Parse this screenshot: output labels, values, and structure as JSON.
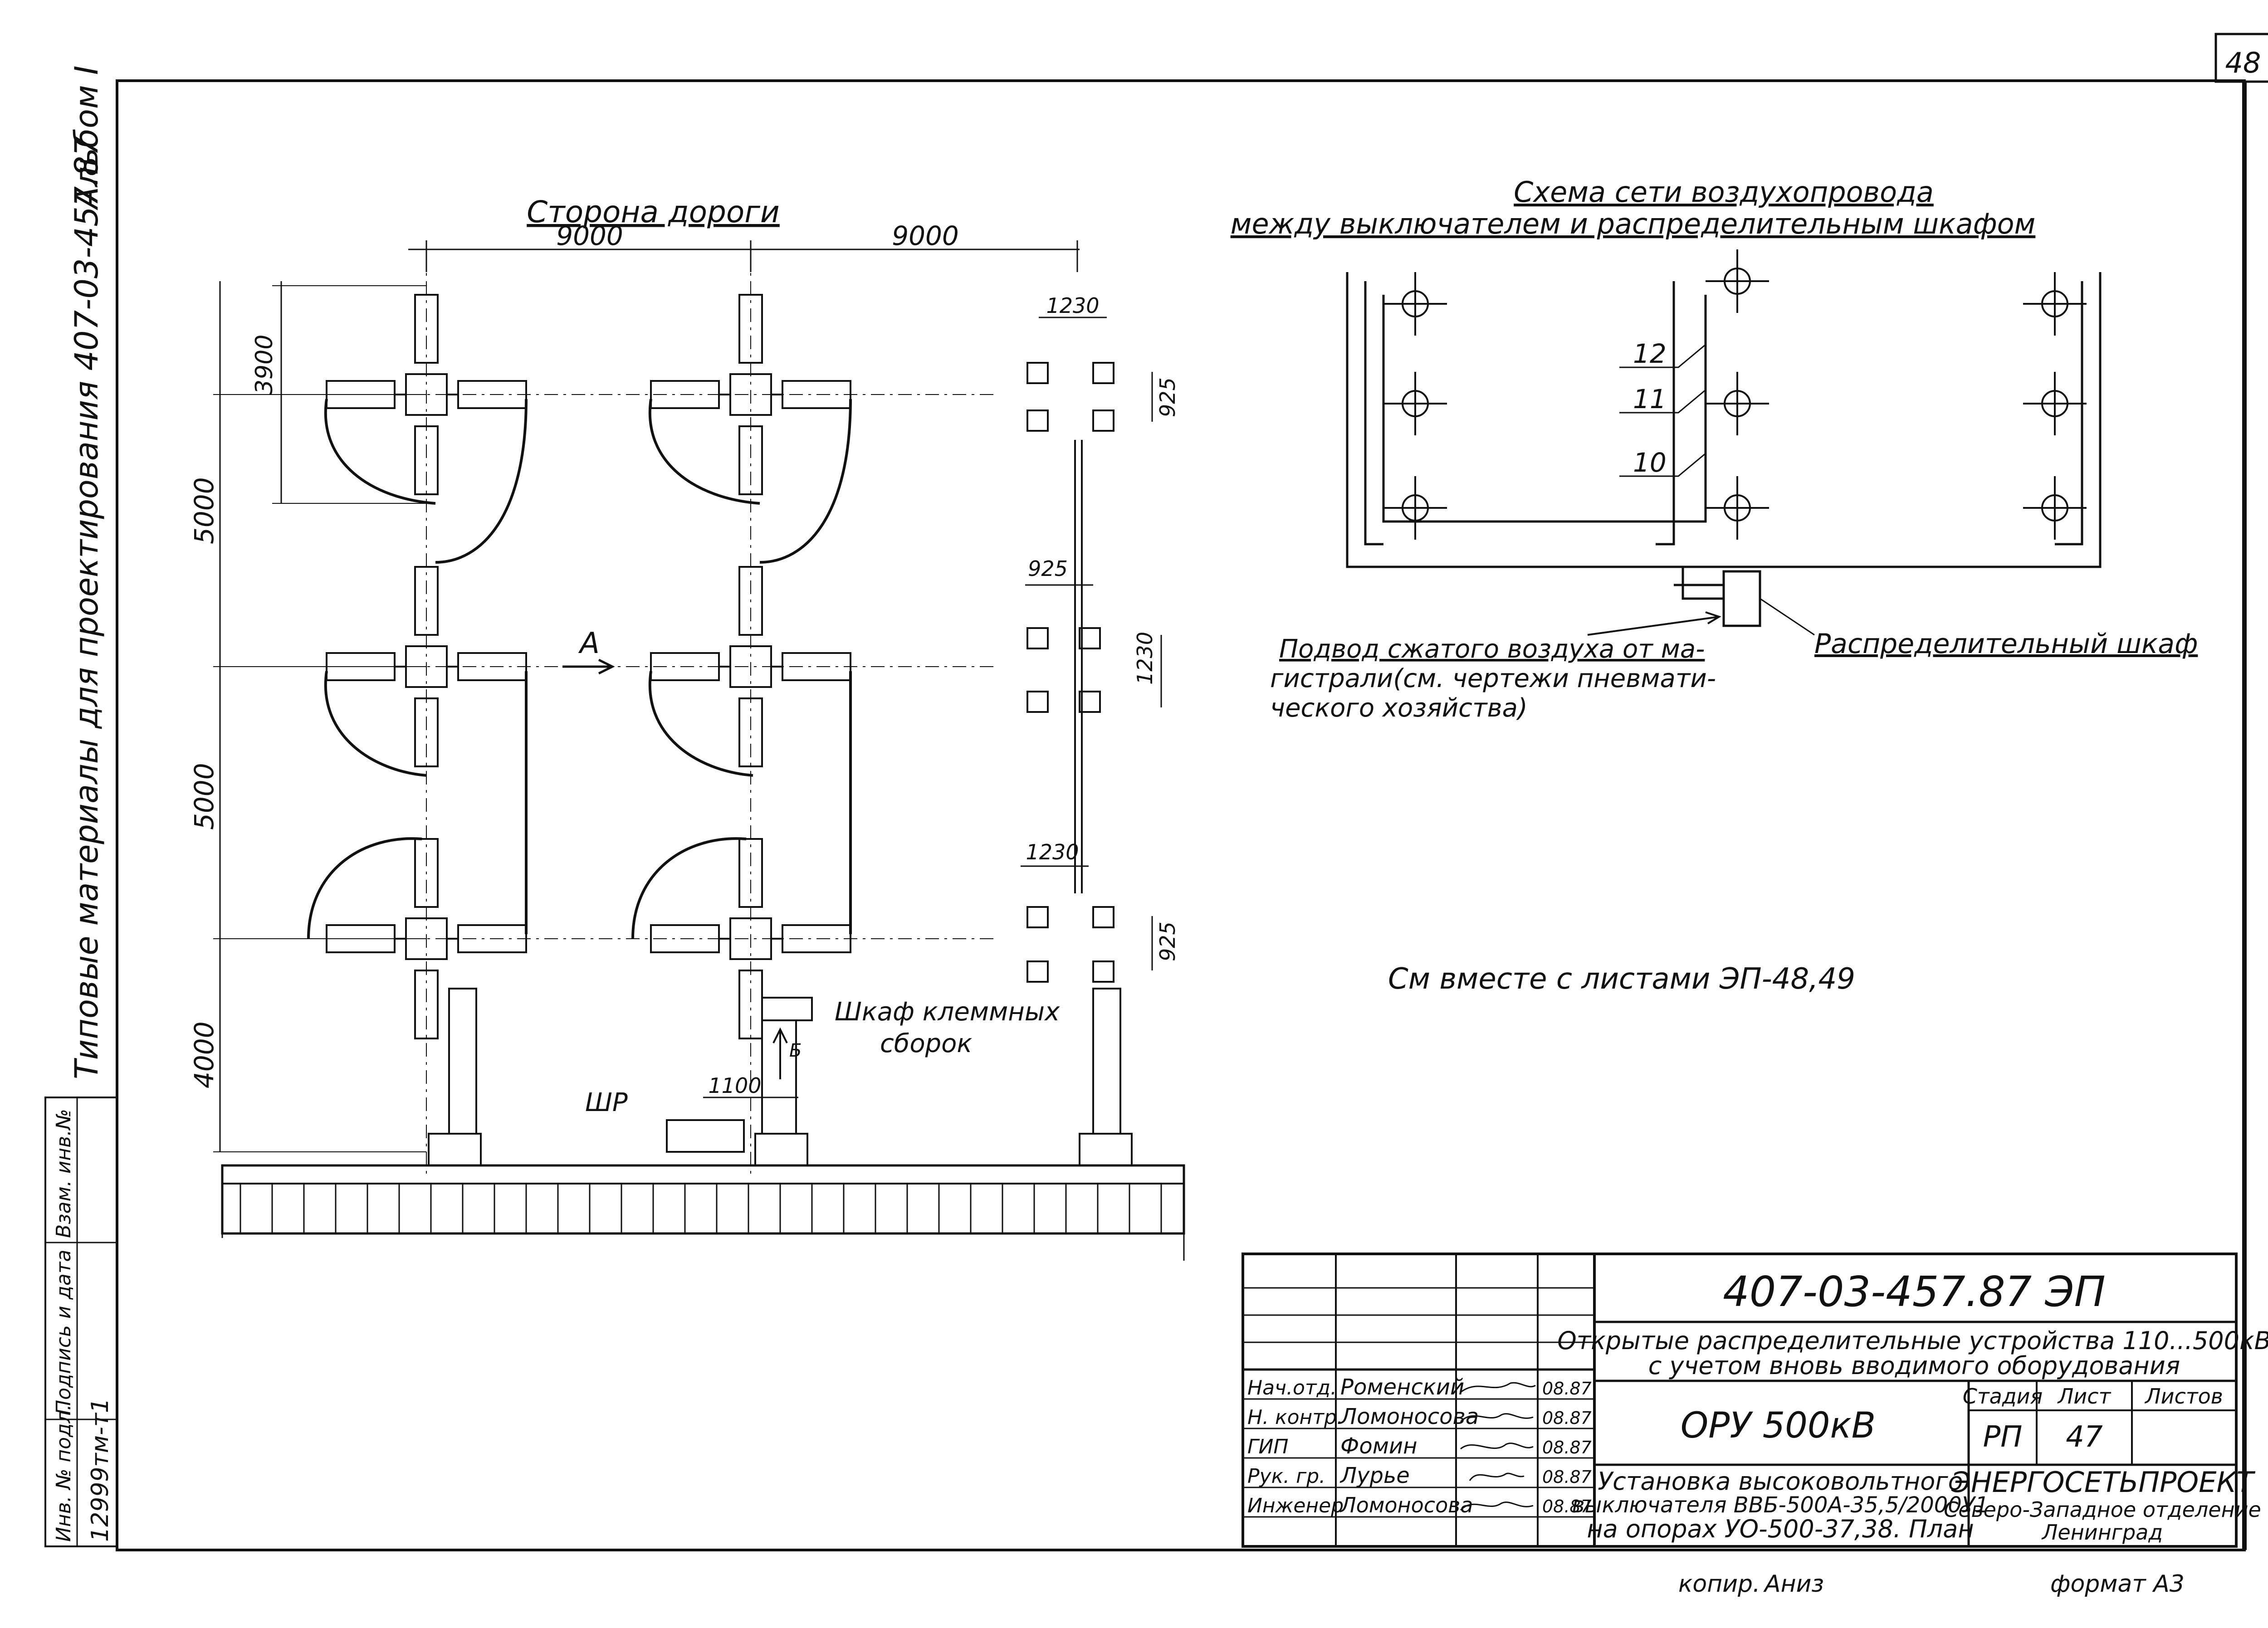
{
  "sheet": {
    "page_number": "48",
    "album": "Альбом I",
    "margin_title": "Типовые материалы для проектирования 407-03-457.87"
  },
  "plan": {
    "road_side": "Сторона дороги",
    "dim_span_1": "9000",
    "dim_span_2": "9000",
    "dim_3900": "3900",
    "dim_5000_a": "5000",
    "dim_5000_b": "5000",
    "dim_4000": "4000",
    "arrow_a": "А",
    "arrow_b": "Б",
    "cabinet_label_1": "Шкаф клеммных",
    "cabinet_label_2": "сборок",
    "shr_label": "ШР",
    "dim_1100": "1100",
    "support_top": {
      "w": "1230",
      "h": "925"
    },
    "support_mid": {
      "w": "925",
      "h": "1230"
    },
    "support_bot": {
      "w": "1230",
      "h": "925"
    }
  },
  "air_scheme": {
    "title_1": "Схема сети воздухопровода",
    "title_2": "между выключателем и распределительным шкафом",
    "callout_12": "12",
    "callout_11": "11",
    "callout_10": "10",
    "supply_1": "Подвод сжатого воздуха от ма-",
    "supply_2": "гистрали(см. чертежи пневмати-",
    "supply_3": "ческого хозяйства)",
    "cabinet_label": "Распределительный шкаф"
  },
  "note": "См вместе с листами ЭП-48,49",
  "side_stamp": {
    "col1": "Взам. инв.№",
    "col2": "Подпись и дата",
    "col3": "Инв. № подл.",
    "inv_number": "12999тм-т1"
  },
  "title_block": {
    "doc_code": "407-03-457.87    ЭП",
    "project_1": "Открытые распределительные устройства 110...500кВ",
    "project_2": "с учетом вновь вводимого оборудования",
    "object": "ОРУ 500кВ",
    "sheet_title_1": "Установка высоковольтного",
    "sheet_title_2": "выключателя ВВБ-500А-35,5/2000У1",
    "sheet_title_3": "на опорах УО-500-37,38. План",
    "stage_header": "Стадия",
    "sheet_header": "Лист",
    "sheets_header": "Листов",
    "stage": "РП",
    "sheet_no": "47",
    "org_1": "ЭНЕРГОСЕТЬПРОЕКТ",
    "org_2": "Северо-Западное отделение",
    "org_3": "Ленинград",
    "staff": [
      {
        "role": "Нач.отд.",
        "name": "Роменский",
        "date": "08.87"
      },
      {
        "role": "Н. контр.",
        "name": "Ломоносова",
        "date": "08.87"
      },
      {
        "role": "ГИП",
        "name": "Фомин",
        "date": "08.87"
      },
      {
        "role": "Рук. гр.",
        "name": "Лурье",
        "date": "08.87"
      },
      {
        "role": "Инженер",
        "name": "Ломоносова",
        "date": "08.87"
      }
    ]
  },
  "footer": {
    "copied": "копир.",
    "copier_signature": "Аниз",
    "format": "формат А3"
  }
}
